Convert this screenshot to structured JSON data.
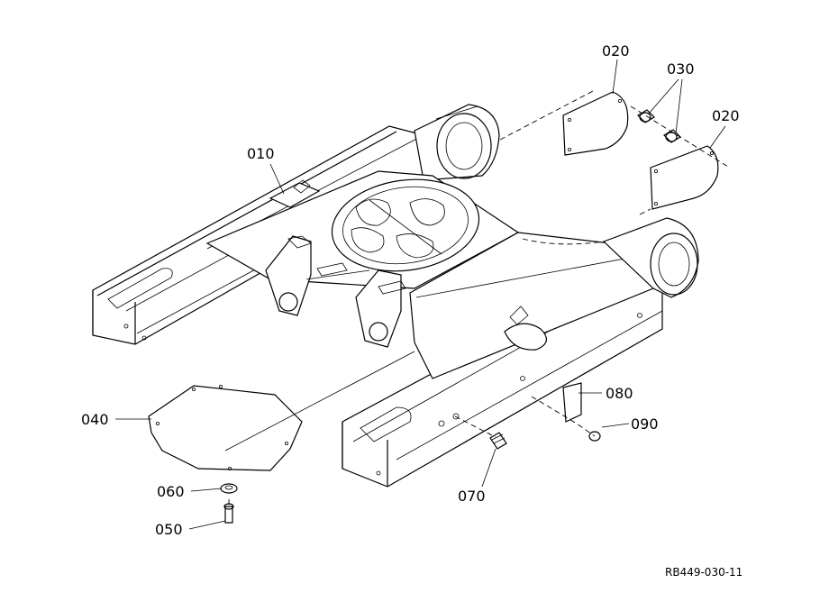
{
  "callouts": [
    {
      "id": "c010",
      "text": "010"
    },
    {
      "id": "c020a",
      "text": "020"
    },
    {
      "id": "c030",
      "text": "030"
    },
    {
      "id": "c020b",
      "text": "020"
    },
    {
      "id": "c040",
      "text": "040"
    },
    {
      "id": "c060",
      "text": "060"
    },
    {
      "id": "c050",
      "text": "050"
    },
    {
      "id": "c070",
      "text": "070"
    },
    {
      "id": "c080",
      "text": "080"
    },
    {
      "id": "c090",
      "text": "090"
    }
  ],
  "drawing_code": "RB449-030-11"
}
